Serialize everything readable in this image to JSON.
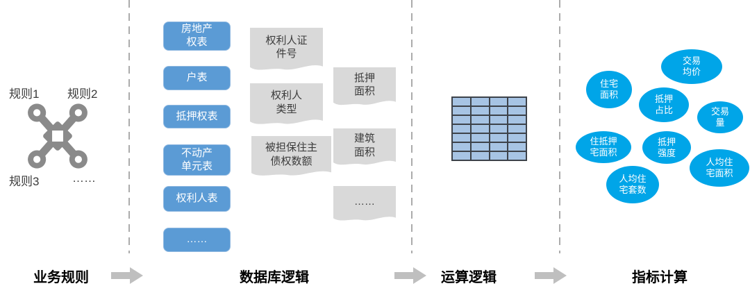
{
  "colors": {
    "db_box_blue": "#5b9bd5",
    "indicator_blue": "#00a5e8",
    "doc_gray": "#d9d9d9",
    "grid_cell_blue": "#a7c4e4",
    "grid_border": "#3d4249",
    "arrow_gray": "#bfbfbf",
    "icon_gray": "#8a8a8a",
    "divider_gray": "#ababab"
  },
  "business_rules": {
    "icon": "rules-network-icon",
    "items": [
      "规则1",
      "规则2",
      "规则3",
      "……"
    ]
  },
  "database_logic": {
    "tables": [
      "房地产\n权表",
      "户表",
      "抵押权表",
      "不动产\n单元表",
      "权利人表",
      "……"
    ],
    "fields": [
      "权利人证\n件号",
      "权利人\n类型",
      "被担保住主\n债权数额",
      "抵押\n面积",
      "建筑\n面积",
      "……"
    ]
  },
  "compute_logic": {
    "grid": {
      "rows": 7,
      "cols": 4
    }
  },
  "indicators": {
    "items": [
      "住宅\n面积",
      "交易\n均价",
      "抵押\n占比",
      "交易\n量",
      "住抵押\n宅面积",
      "抵押\n强度",
      "人均住\n宅面积",
      "人均住\n宅套数"
    ]
  },
  "footer": {
    "stages": [
      "业务规则",
      "数据库逻辑",
      "运算逻辑",
      "指标计算"
    ]
  }
}
